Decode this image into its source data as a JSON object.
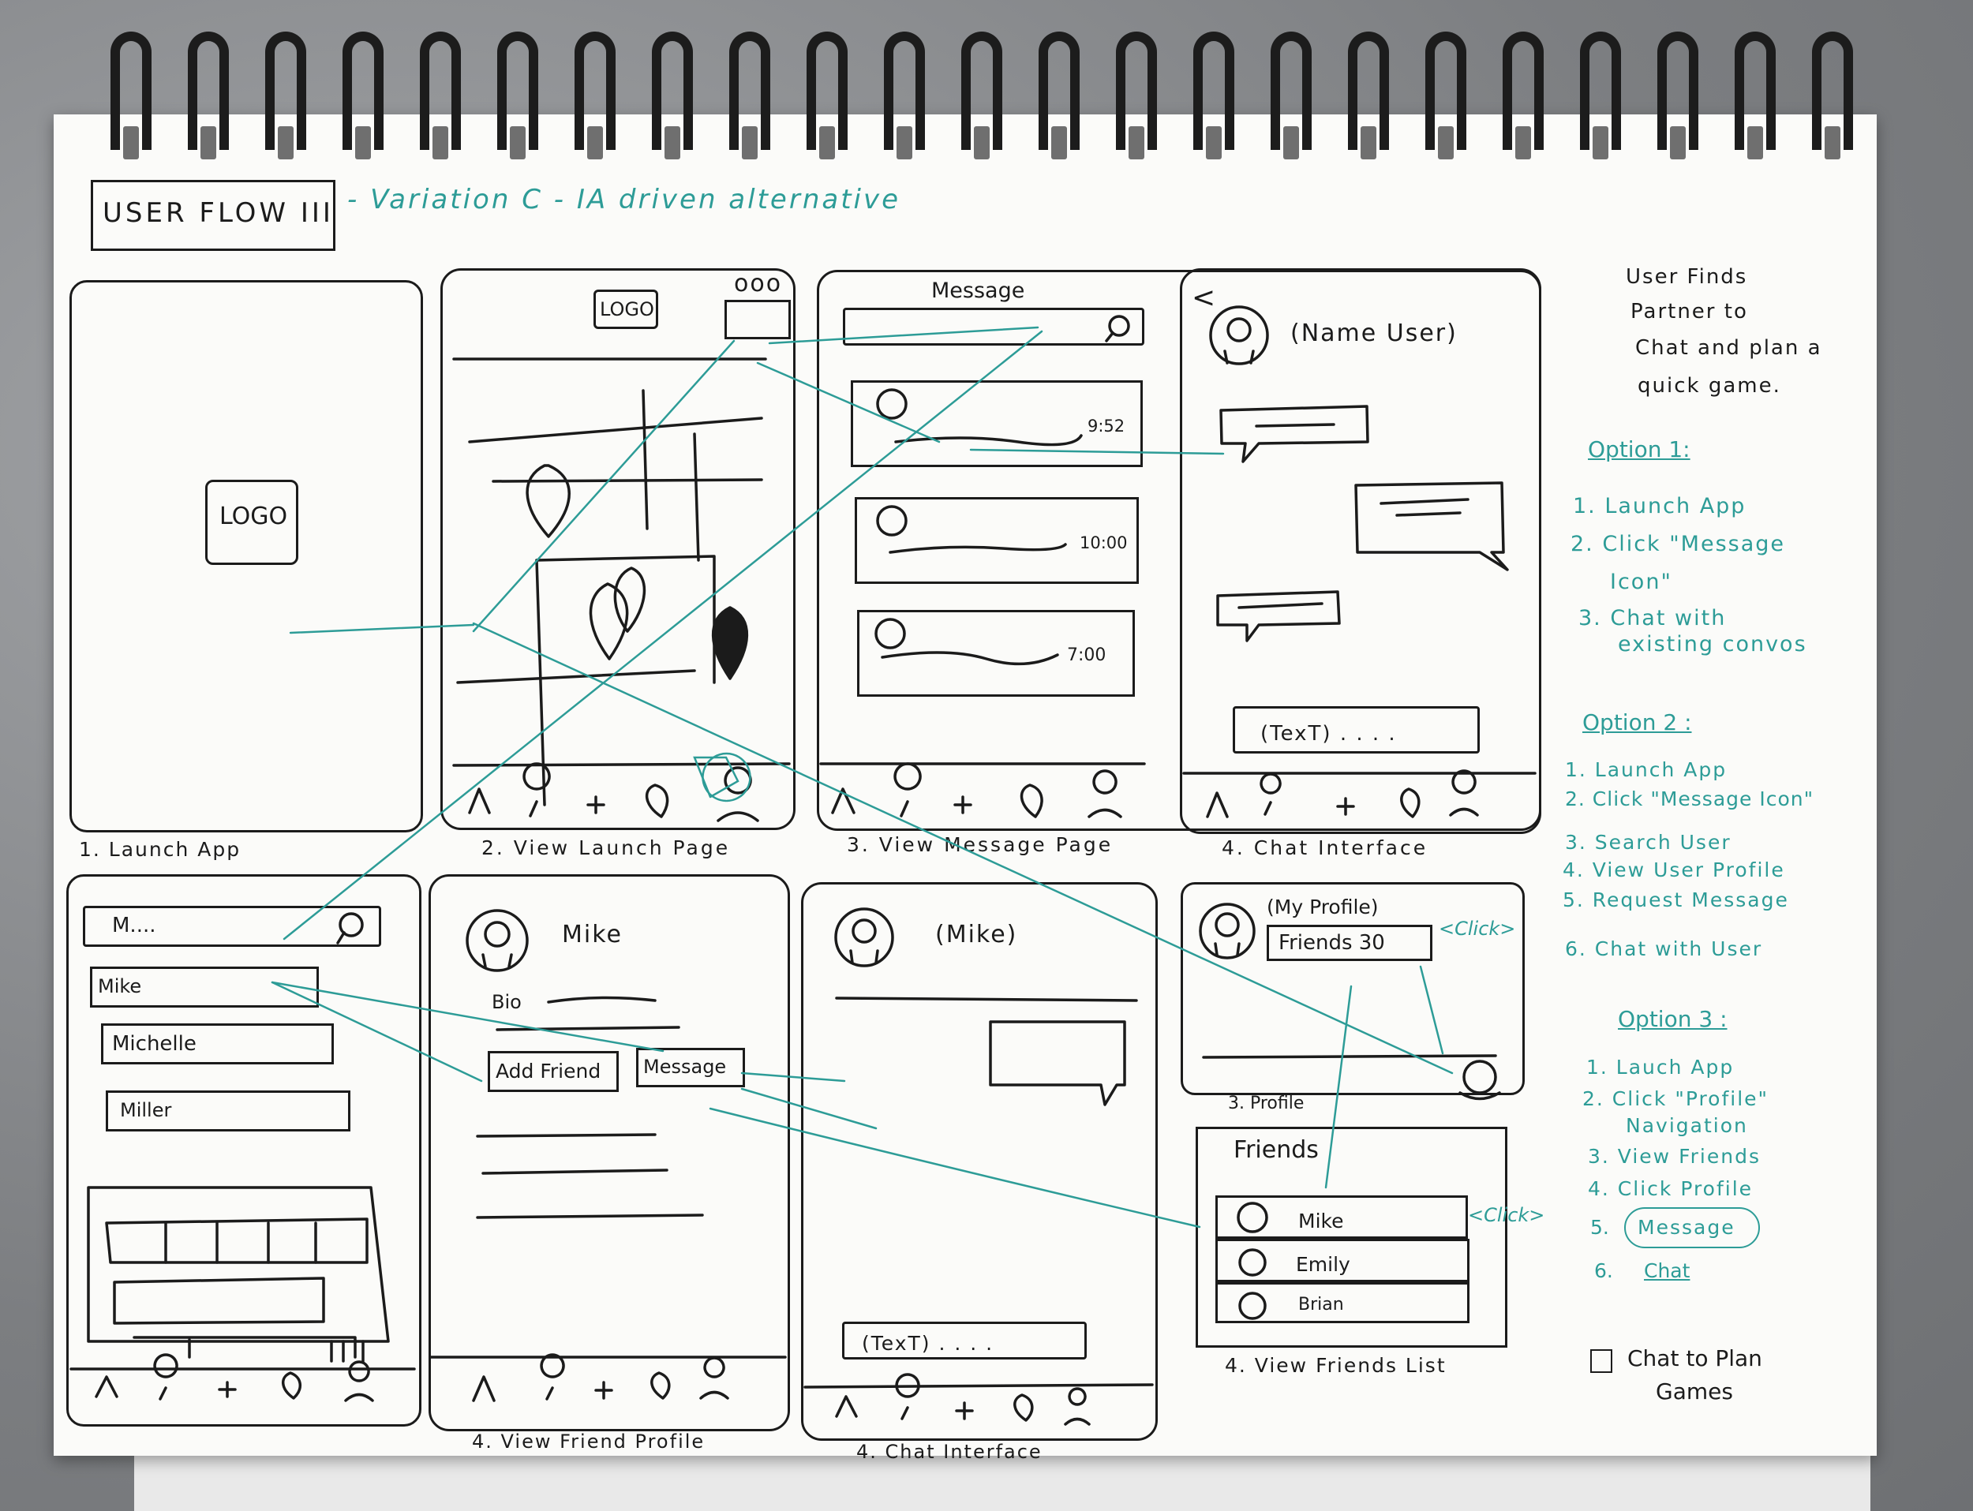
{
  "title": {
    "box_label": "USER FLOW III",
    "subtitle": "- Variation C - IA driven alternative"
  },
  "screens": {
    "s1": {
      "caption": "1. Launch App",
      "logo": "LOGO"
    },
    "s2": {
      "caption": "2. View Launch Page",
      "logo": "LOGO",
      "menu": "ooo"
    },
    "s3": {
      "caption": "3. View Message Page",
      "header": "Message",
      "times": [
        "9:52",
        "10:00",
        "7:00"
      ]
    },
    "s4": {
      "caption": "4. Chat Interface",
      "back": "<",
      "name": "(Name User)",
      "input": "(TexT) . . . ."
    },
    "s5": {
      "search": "M....",
      "results": [
        "Mike",
        "Michelle",
        "Miller"
      ]
    },
    "s6": {
      "caption": "4. View Friend Profile",
      "name": "Mike",
      "bio": "Bio",
      "add_friend": "Add Friend",
      "message": "Message"
    },
    "s7": {
      "caption": "4. Chat Interface",
      "name": "(Mike)",
      "input": "(TexT) . . . ."
    },
    "s8": {
      "caption": "3. Profile",
      "title": "(My Profile)",
      "friends_count": "Friends 30",
      "click": "<Click>"
    },
    "s9": {
      "caption": "4. View Friends List",
      "title": "Friends",
      "friends": [
        "Mike",
        "Emily",
        "Brian"
      ],
      "click": "<Click>"
    }
  },
  "notes": {
    "goal": [
      "User Finds",
      "Partner to",
      "Chat and plan a",
      "quick game."
    ],
    "option1": {
      "title": "Option 1:",
      "steps": [
        "1. Launch App",
        "2. Click \"Message",
        "Icon\"",
        "3. Chat with",
        "existing convos"
      ]
    },
    "option2": {
      "title": "Option 2 :",
      "steps": [
        "1. Launch App",
        "2. Click \"Message Icon\"",
        "3. Search User",
        "4. View User Profile",
        "5. Request Message",
        "6. Chat with User"
      ]
    },
    "option3": {
      "title": "Option 3 :",
      "steps": [
        "1. Lauch App",
        "2. Click \"Profile\"",
        "Navigation",
        "3. View Friends",
        "4. Click Profile",
        "5.",
        "Message",
        "6.",
        "Chat"
      ]
    },
    "checkbox_label": [
      "Chat to Plan",
      "Games"
    ]
  },
  "colors": {
    "ink": "#1b1b1b",
    "teal": "#2d9c97",
    "paper": "#fbfbf9"
  }
}
